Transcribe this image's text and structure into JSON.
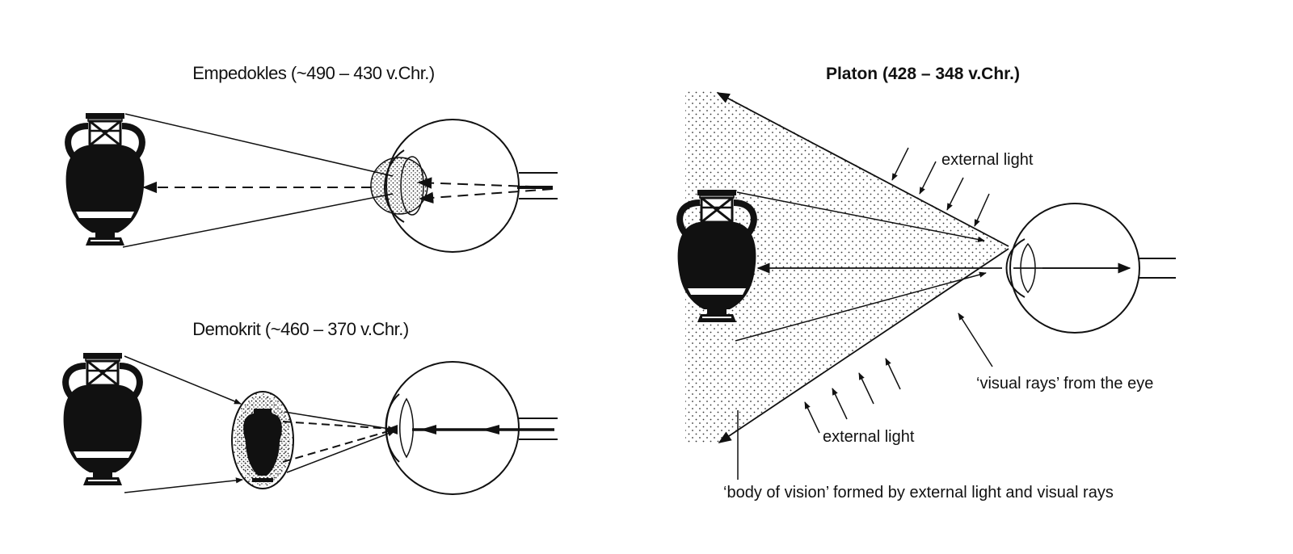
{
  "diagram": {
    "panels": {
      "empedokles": {
        "title": "Empedokles (~490 – 430 v.Chr.)"
      },
      "demokrit": {
        "title": "Demokrit (~460 – 370 v.Chr.)"
      },
      "platon": {
        "title": "Platon  (428 – 348 v.Chr.)",
        "label_external_light_top": "external light",
        "label_external_light_bottom": "external light",
        "label_visual_rays": "‘visual rays’  from the eye",
        "label_body_of_vision": "‘body of vision’  formed by external light and visual rays"
      }
    },
    "colors": {
      "ink": "#111111",
      "paper": "#ffffff"
    }
  }
}
